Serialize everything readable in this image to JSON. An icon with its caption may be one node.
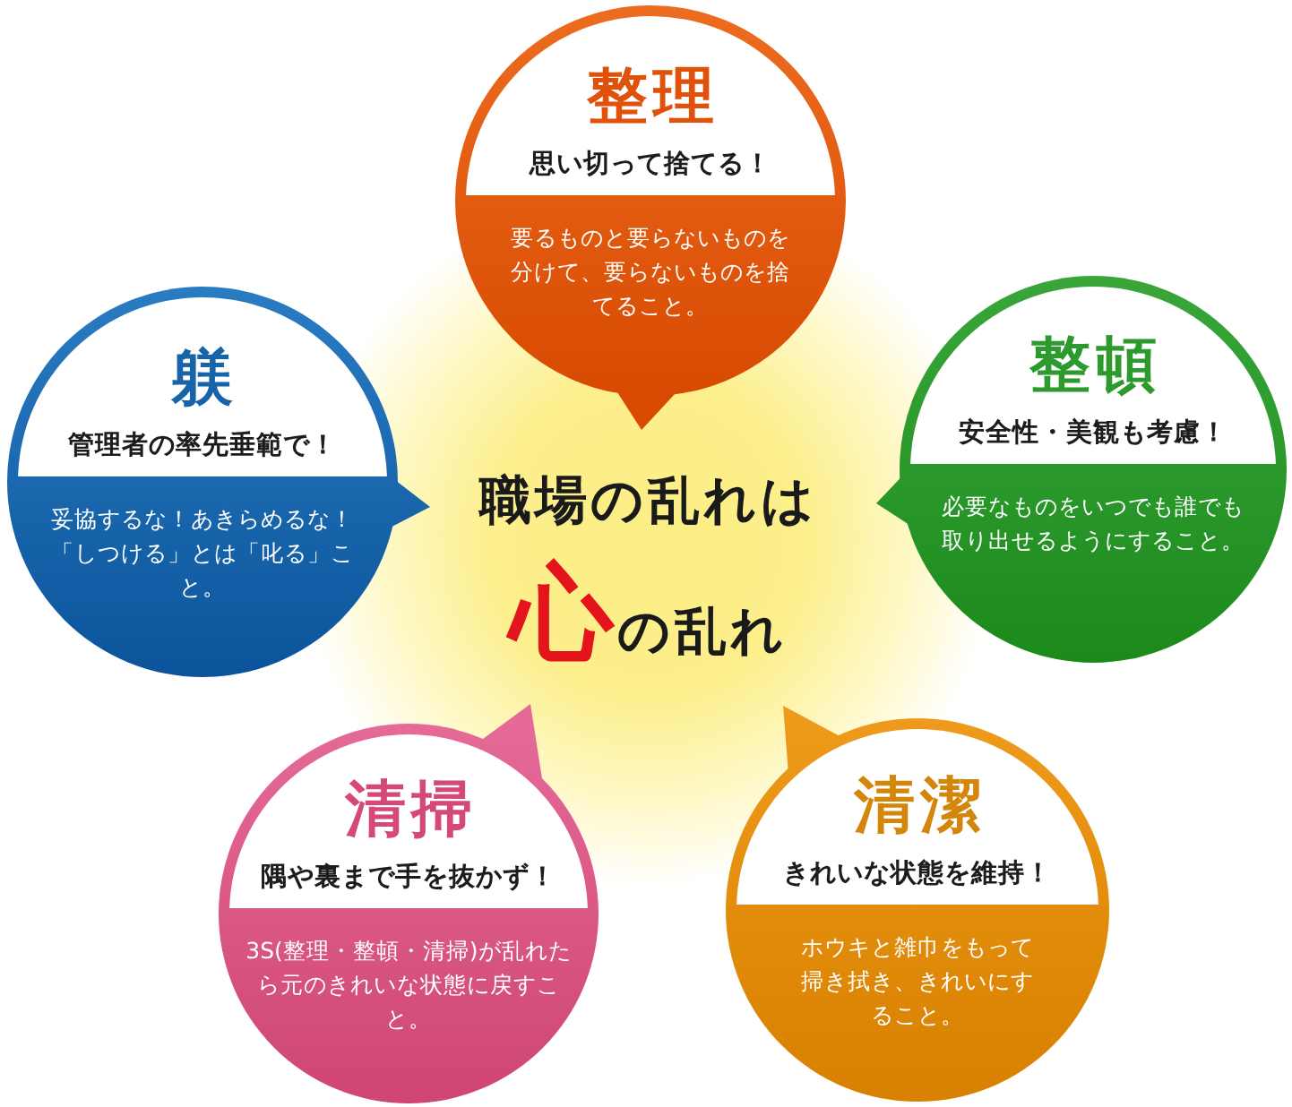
{
  "diagram": {
    "nodes": [
      {
        "text": [
          "整理",
          "思い切って捨てる！",
          "要るものと要らないものを分けて、要らないものを捨てること。"
        ]
      },
      {
        "text": [
          "躾",
          "管理者の率先垂範で！",
          "妥協するな！あきらめるな！「しつける」とは「叱る」こと。"
        ]
      },
      {
        "text": [
          "整頓",
          "安全性・美観も考慮！",
          "必要なものをいつでも誰でも取り出せるようにすること。"
        ]
      },
      {
        "text": [
          "職場の乱れは**心**の乱れ"
        ]
      },
      {
        "text": [
          "清掃",
          "隅や裏まで手を抜かず！",
          "3S(整理・整頓・清掃)が乱れたら元のきれいな状態に戻すこと。"
        ]
      },
      {
        "text": [
          "清潔",
          "きれいな状態を維持！",
          "ホウキと雑巾をもって掃き拭き、きれいにすること。"
        ]
      }
    ]
  }
}
